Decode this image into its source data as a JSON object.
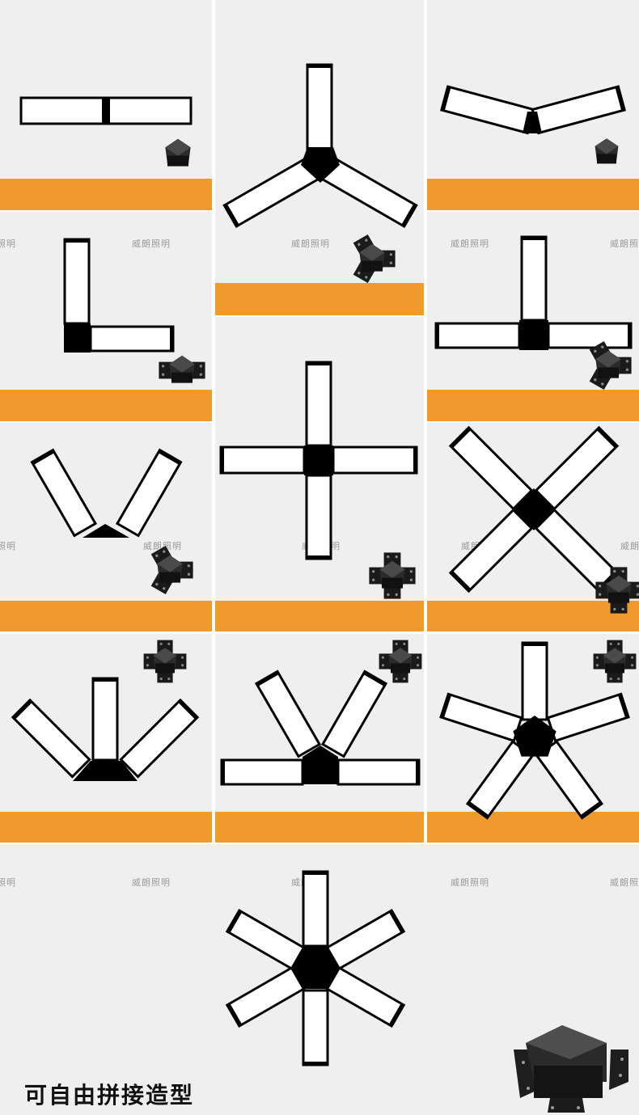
{
  "caption": "可自由拼接造型",
  "watermark": "威朗照明",
  "colors": {
    "background": "#efefef",
    "accent_bar": "#f09a2d",
    "panel_fill": "#ffffff",
    "connector": "#000000"
  },
  "configurations": [
    "linear-2",
    "y-3",
    "v-wide-2",
    "l-2",
    "t-3",
    "v-2",
    "cross-4",
    "x-4",
    "fan-3",
    "fan-4",
    "star-5",
    "star-6"
  ]
}
